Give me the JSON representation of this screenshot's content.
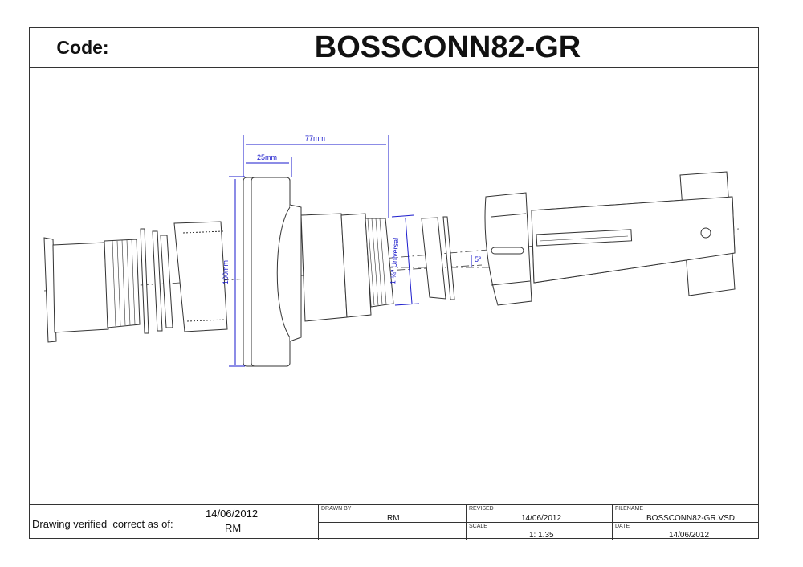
{
  "header": {
    "code_label": "Code:",
    "code_value": "BOSSCONN82-GR"
  },
  "drawing": {
    "dimensions": {
      "overall_length": "77mm",
      "flange_depth": "25mm",
      "flange_diameter": "100mm",
      "thread_size": "1 ¼\" Universal",
      "angle": "5°"
    },
    "dimension_color": "#1a1acc"
  },
  "title_block": {
    "verified_label": "Drawing verified  correct as of:",
    "verified_date": "14/06/2012",
    "verified_by": "RM",
    "drawn_by_label": "DRAWN BY",
    "drawn_by": "RM",
    "revised_label": "REVISED",
    "revised": "14/06/2012",
    "filename_label": "FILENAME",
    "filename": "BOSSCONN82-GR.VSD",
    "scale_label": "SCALE",
    "scale": "1: 1.35",
    "date_label": "DATE",
    "date": "14/06/2012"
  }
}
